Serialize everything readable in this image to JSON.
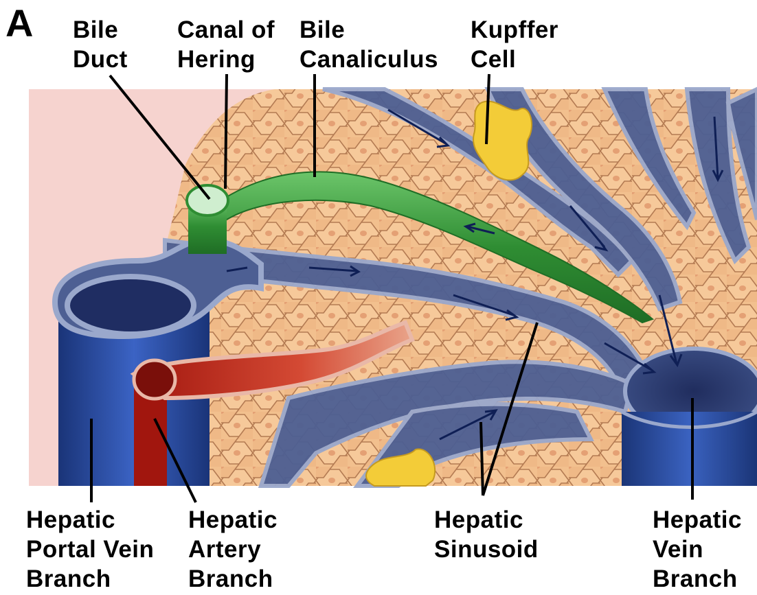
{
  "panel_letter": "A",
  "labels": {
    "bile_duct": [
      "Bile",
      "Duct"
    ],
    "canal_of_hering": [
      "Canal of",
      "Hering"
    ],
    "bile_canaliculus": [
      "Bile",
      "Canaliculus"
    ],
    "kupffer_cell": [
      "Kupffer",
      "Cell"
    ],
    "hepatic_portal_vein_branch": [
      "Hepatic",
      "Portal Vein",
      "Branch"
    ],
    "hepatic_artery_branch": [
      "Hepatic",
      "Artery",
      "Branch"
    ],
    "hepatic_sinusoid": [
      "Hepatic",
      "Sinusoid"
    ],
    "hepatic_vein_branch": [
      "Hepatic",
      "Vein",
      "Branch"
    ]
  },
  "colors": {
    "hepatocyte": "#f2c08e",
    "hepatocyte_outline": "#b37a52",
    "sinusoid": "#4d5f93",
    "sinusoid_light": "#9aa8cc",
    "portal_vein": "#22449a",
    "artery": "#b8281c",
    "bile": "#3a9a3a",
    "kupffer": "#f3cc38",
    "background_pink": "#f6d3cf"
  }
}
